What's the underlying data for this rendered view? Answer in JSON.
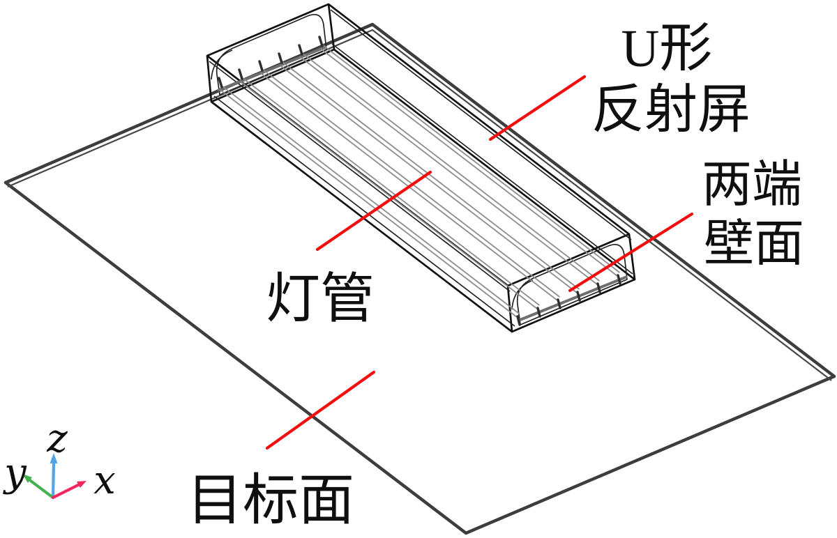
{
  "figure": {
    "labels": {
      "reflector_line1": "U形",
      "reflector_line2": "反射屏",
      "end_walls_line1": "两端",
      "end_walls_line2": "壁面",
      "lamp_tube": "灯管",
      "target_surface": "目标面"
    },
    "axes": {
      "x": "x",
      "y": "y",
      "z": "z"
    },
    "colors": {
      "leader": "#f50d0d",
      "axis_x": "#f2275f",
      "axis_y": "#44b04e",
      "axis_z": "#55a4e6",
      "wireframe": "#111111",
      "wireframe_inner": "#222222",
      "tube": "#8c8c8c",
      "tube_rim": "#6e6e6e",
      "tube_pin": "#2e2e2e",
      "plane_edge": "#3d3d3d",
      "plane_edge_inner": "#474747"
    }
  }
}
